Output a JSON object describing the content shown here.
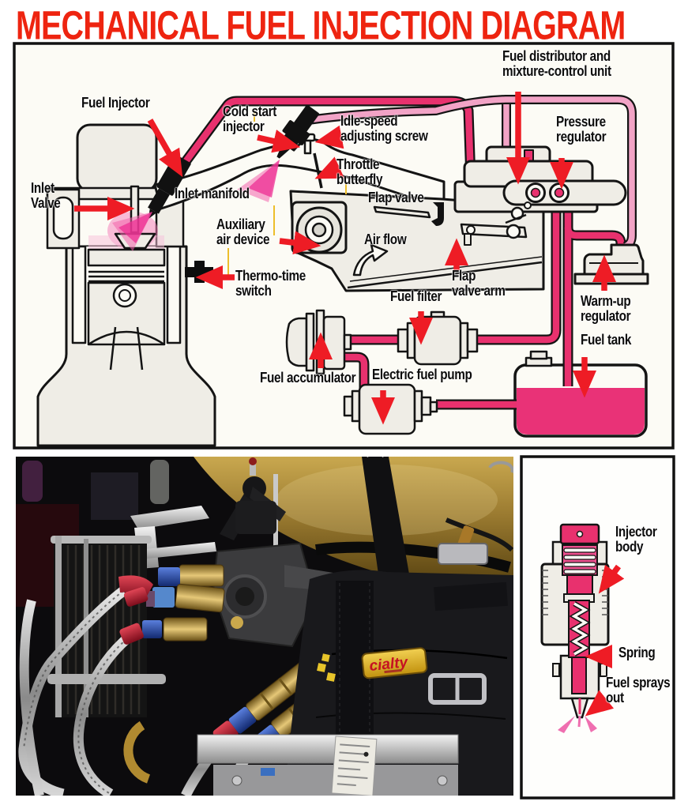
{
  "title": "MECHANICAL FUEL INJECTION DIAGRAM",
  "colors": {
    "title_red": "#ee2410",
    "arrow_red": "#ee1c25",
    "fuel_dark_pink": "#e8316e",
    "fuel_light_pink": "#f2a3c6",
    "outline_black": "#141414",
    "panel_background": "#fcfbf5",
    "component_gray": "#efede6"
  },
  "diagram": {
    "labels": {
      "fuel_injector": "Fuel Injector",
      "cold_start_injector": "Cold start\ninjector",
      "idle_speed": "Idle-speed\nadjusting screw",
      "throttle_butterfly": "Throttle\nbutterfly",
      "flap_valve": "Flap valve",
      "inlet_manifold": "Inlet manifold",
      "inlet_valve": "Inlet\nValve",
      "auxiliary_air_device": "Auxiliary\nair device",
      "air_flow": "Air flow",
      "thermo_time_switch": "Thermo-time\nswitch",
      "flap_valve_arm": "Flap\nvalve arm",
      "fuel_filter": "Fuel filter",
      "warm_up_regulator": "Warm-up\nregulator",
      "fuel_tank": "Fuel tank",
      "fuel_accumulator": "Fuel accumulator",
      "electric_fuel_pump": "Electric fuel pump",
      "fuel_distributor": "Fuel distributor and\nmixture-control unit",
      "pressure_regulator": "Pressure\nregulator"
    }
  },
  "injector_panel": {
    "labels": {
      "injector_body": "Injector\nbody",
      "spring": "Spring",
      "fuel_sprays_out": "Fuel sprays\nout"
    }
  },
  "photo": {
    "patch_text": "cialty"
  }
}
